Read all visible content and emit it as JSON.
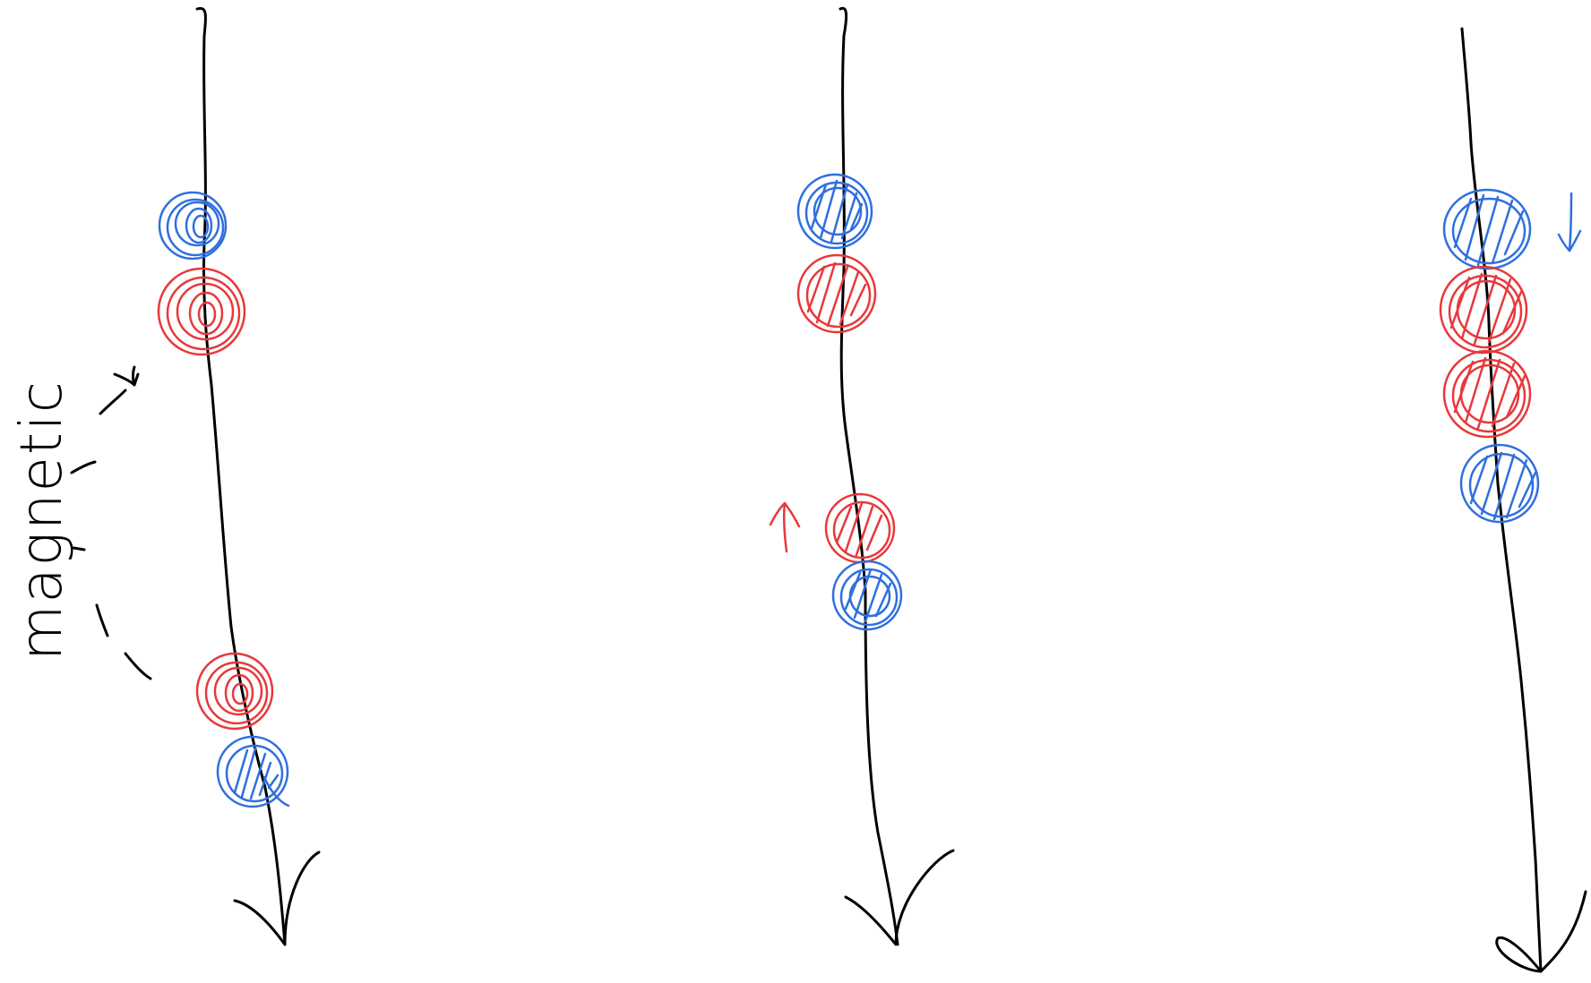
{
  "label": {
    "text": "magnetic"
  },
  "colors": {
    "line": "#000000",
    "red_ball": "#e8383b",
    "blue_ball": "#2f6fe0"
  },
  "panels": [
    {
      "id": "panel-1",
      "balls": [
        {
          "color": "blue"
        },
        {
          "color": "red"
        },
        {
          "color": "red"
        },
        {
          "color": "blue"
        }
      ]
    },
    {
      "id": "panel-2",
      "balls": [
        {
          "color": "blue"
        },
        {
          "color": "red"
        },
        {
          "color": "red"
        },
        {
          "color": "blue"
        }
      ],
      "motion_arrow": {
        "direction": "up",
        "color": "red"
      }
    },
    {
      "id": "panel-3",
      "balls": [
        {
          "color": "blue"
        },
        {
          "color": "red"
        },
        {
          "color": "red"
        },
        {
          "color": "blue"
        }
      ],
      "motion_arrow": {
        "direction": "down",
        "color": "blue"
      }
    }
  ]
}
